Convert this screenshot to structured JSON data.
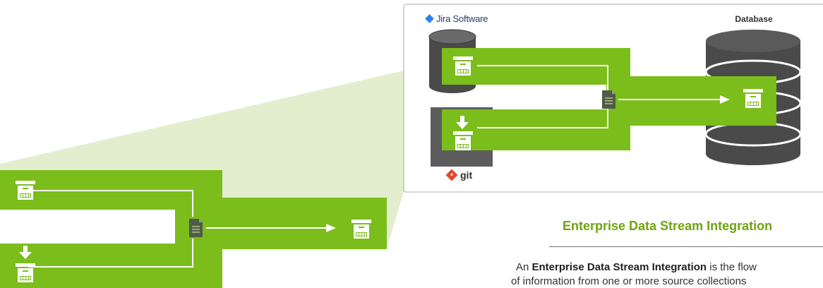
{
  "colors": {
    "green": "#7bbd1a",
    "green_light": "#e3eeCF",
    "dark_gray": "#4a4a4a",
    "panel_dark": "#5c5c5c",
    "jira_blue": "#2684ff",
    "git_red": "#e2482d",
    "title_green": "#6ea40f"
  },
  "icons": {
    "archive": "archive-box-icon",
    "download": "download-arrow-icon",
    "document": "document-icon",
    "database": "database-cylinder-icon"
  },
  "sources": {
    "jira": {
      "label": "Jira Software"
    },
    "git": {
      "label": "git"
    }
  },
  "target": {
    "label": "Database"
  },
  "article": {
    "title": "Enterprise Data Stream Integration",
    "lead_prefix": "An ",
    "lead_bold": "Enterprise Data Stream Integration",
    "lead_suffix": " is the flow",
    "line2": "of information from one or more source collections"
  }
}
